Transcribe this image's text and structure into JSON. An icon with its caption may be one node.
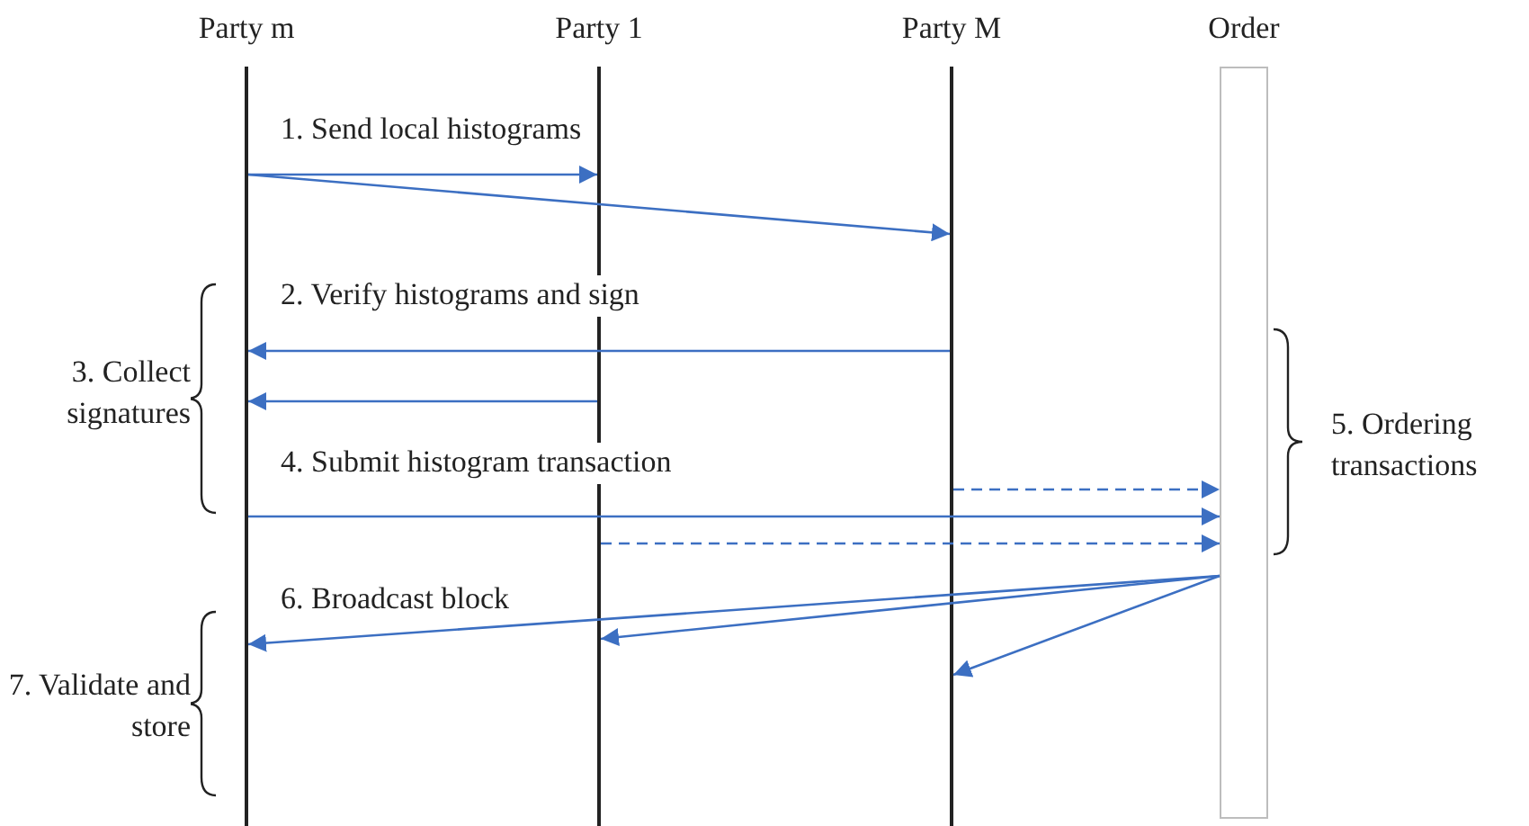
{
  "diagram": {
    "nodes": [
      {
        "text": [
          "Party m"
        ]
      },
      {
        "text": [
          "Party 1"
        ]
      },
      {
        "text": [
          "Party M"
        ]
      },
      {
        "text": [
          "Order"
        ]
      }
    ],
    "edges": [
      {
        "from": 0,
        "to": 1,
        "arrow": "to"
      },
      {
        "from": 0,
        "to": 2,
        "arrow": "to"
      },
      {
        "from": 2,
        "to": 0,
        "arrow": "to"
      },
      {
        "from": 1,
        "to": 0,
        "arrow": "to"
      },
      {
        "from": 2,
        "to": 3,
        "arrow": "to",
        "style": "dashed"
      },
      {
        "from": 0,
        "to": 3,
        "arrow": "to"
      },
      {
        "from": 1,
        "to": 3,
        "arrow": "to",
        "style": "dashed"
      },
      {
        "from": 3,
        "to": 0,
        "arrow": "to"
      },
      {
        "from": 3,
        "to": 1,
        "arrow": "to"
      },
      {
        "from": 3,
        "to": 2,
        "arrow": "to"
      }
    ],
    "labels": [
      "1. Send local histograms",
      "2. Verify histograms and sign",
      "3. Collect signatures",
      "4. Submit histogram transaction",
      "5. Ordering transactions",
      "6. Broadcast block",
      "7. Validate and store"
    ]
  }
}
